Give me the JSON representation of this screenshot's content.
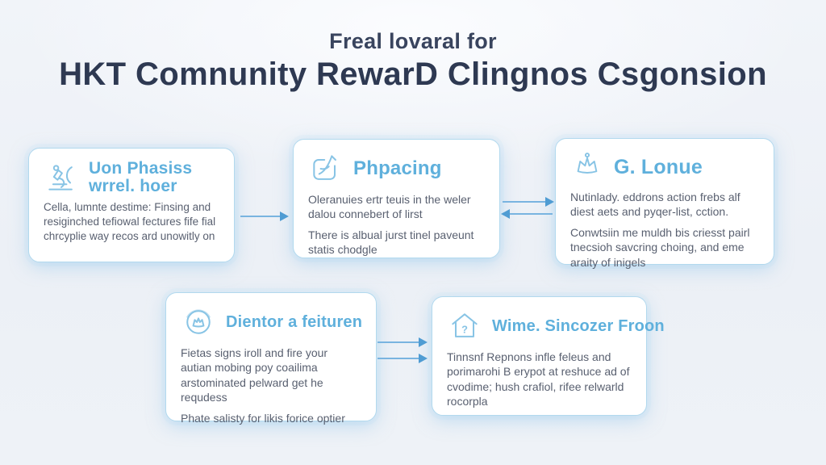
{
  "title": {
    "line1": "Freal lovaral for",
    "line2": "HKT Comnunity RewarD Clingnos Csgonsion"
  },
  "colors": {
    "background": "#eef2f7",
    "title_text": "#2e3952",
    "card_background": "#ffffff",
    "card_border": "#b2d9ee",
    "heading_accent": "#5fb0dc",
    "body_text": "#596070",
    "arrow": "#4f9cd3",
    "icon": "#88c4e5"
  },
  "cards": [
    {
      "icon": "microscope-icon",
      "heading": "Uon Phasiss wrrel. hoer",
      "paragraphs": [
        "Cella, lumnte destime: Finsing and resiginched tefiowal fectures fife fial chrcyplie way recos ard unowitly on"
      ]
    },
    {
      "icon": "note-pen-icon",
      "heading": "Phpacing",
      "paragraphs": [
        "Oleranuies ertr teuis in the weler dalou connebert of lirst",
        "There is albual jurst tinel paveunt statis chodgle"
      ]
    },
    {
      "icon": "crown-icon",
      "heading": "G. Lonue",
      "paragraphs": [
        "Nutinlady. eddrons action frebs alf diest aets and pyqer-list, cction.",
        "Conwtsiin me muldh bis criesst pairl tnecsioh savcring choing, and eme araity of inigels"
      ]
    },
    {
      "icon": "badge-crown-icon",
      "heading": "Dientor a feituren",
      "paragraphs": [
        "Fietas signs iroll and fire your autian mobing poy coailima arstominated pelward get he requdess",
        "Phate salisty for likis forice optier"
      ]
    },
    {
      "icon": "house-question-icon",
      "heading": "Wime. Sincozer Froon",
      "paragraphs": [
        "Tinnsnf Repnons infle feleus and porimarohi B erypot at reshuce ad of cvodime; hush crafiol, rifee relwarld rocorpla"
      ]
    }
  ],
  "connectors": [
    {
      "from": "card-1",
      "to": "card-2",
      "direction": "right"
    },
    {
      "from": "card-2",
      "to": "card-3",
      "direction": "right"
    },
    {
      "from": "card-3",
      "to": "card-2",
      "direction": "left"
    },
    {
      "from": "card-4",
      "to": "card-5",
      "direction": "right"
    },
    {
      "from": "card-4",
      "to": "card-5",
      "direction": "right"
    }
  ]
}
